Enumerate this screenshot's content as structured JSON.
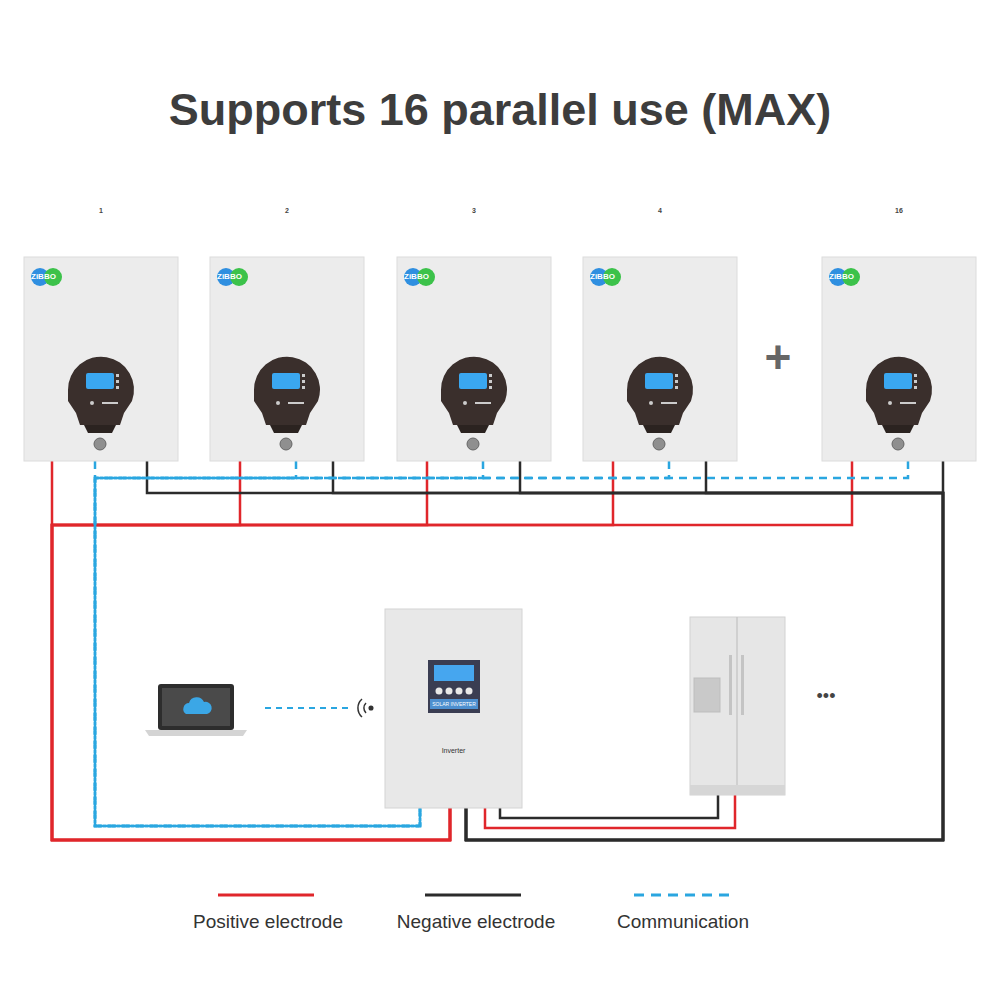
{
  "diagram": {
    "title": "Supports 16 parallel use (MAX)",
    "nodes": [
      {
        "text": [
          "1",
          "ZiBBO"
        ]
      },
      {
        "text": [
          "2",
          "ZiBBO"
        ]
      },
      {
        "text": [
          "3",
          "ZiBBO"
        ]
      },
      {
        "text": [
          "4",
          "ZiBBO"
        ]
      },
      {
        "text": [
          "16",
          "ZiBBO"
        ]
      },
      {
        "text": [
          "SOLAR INVERTER",
          "Inverter"
        ]
      }
    ],
    "edges": [
      {
        "from": 0,
        "to": 5,
        "arrow": "none"
      },
      {
        "from": 1,
        "to": 5,
        "arrow": "none"
      },
      {
        "from": 2,
        "to": 5,
        "arrow": "none"
      },
      {
        "from": 3,
        "to": 5,
        "arrow": "none"
      },
      {
        "from": 4,
        "to": 5,
        "arrow": "none"
      },
      {
        "from": 0,
        "to": 5,
        "arrow": "none"
      },
      {
        "from": 1,
        "to": 5,
        "arrow": "none"
      },
      {
        "from": 2,
        "to": 5,
        "arrow": "none"
      },
      {
        "from": 3,
        "to": 5,
        "arrow": "none"
      },
      {
        "from": 4,
        "to": 5,
        "arrow": "none"
      },
      {
        "from": 0,
        "to": 5,
        "arrow": "none"
      },
      {
        "from": 1,
        "to": 5,
        "arrow": "none"
      },
      {
        "from": 2,
        "to": 5,
        "arrow": "none"
      },
      {
        "from": 3,
        "to": 5,
        "arrow": "none"
      },
      {
        "from": 4,
        "to": 5,
        "arrow": "none"
      }
    ],
    "labels": [
      "+",
      "•••"
    ],
    "legend": [
      {
        "text": "Positive electrode"
      },
      {
        "text": "Negative electrode"
      },
      {
        "text": "Communication"
      }
    ]
  }
}
